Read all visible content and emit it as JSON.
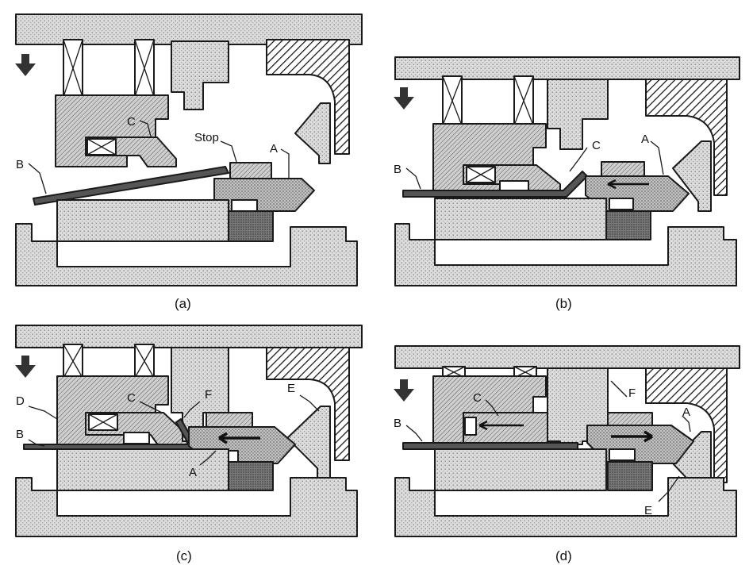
{
  "panels": [
    {
      "caption": "(a)",
      "labels": {
        "B": "B",
        "C": "C",
        "stop": "Stop",
        "A": "A"
      }
    },
    {
      "caption": "(b)",
      "labels": {
        "B": "B",
        "C": "C",
        "A": "A"
      }
    },
    {
      "caption": "(c)",
      "labels": {
        "D": "D",
        "B": "B",
        "C": "C",
        "F": "F",
        "A": "A",
        "E": "E"
      }
    },
    {
      "caption": "(d)",
      "labels": {
        "B": "B",
        "C": "C",
        "F": "F",
        "A": "A",
        "E": "E"
      }
    }
  ],
  "colors": {
    "ink": "#1a1a1a",
    "stipple": "#d6d6d6",
    "dense": "#b4b4b4",
    "dark": "#777777",
    "paper": "#ffffff"
  },
  "icons": {
    "down_arrow": "down-arrow-icon",
    "left_arrow": "left-arrow-icon",
    "right_arrow": "right-arrow-icon",
    "spring": "spring-icon"
  }
}
